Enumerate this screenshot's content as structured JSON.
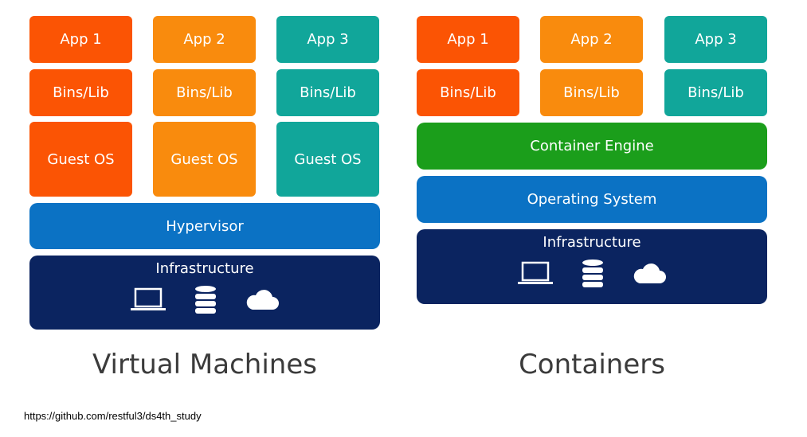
{
  "vm": {
    "apps": [
      "App 1",
      "App 2",
      "App 3"
    ],
    "bins": [
      "Bins/Lib",
      "Bins/Lib",
      "Bins/Lib"
    ],
    "guest": [
      "Guest OS",
      "Guest OS",
      "Guest OS"
    ],
    "hypervisor": "Hypervisor",
    "infrastructure": "Infrastructure",
    "caption": "Virtual Machines"
  },
  "containers": {
    "apps": [
      "App 1",
      "App 2",
      "App 3"
    ],
    "bins": [
      "Bins/Lib",
      "Bins/Lib",
      "Bins/Lib"
    ],
    "engine": "Container Engine",
    "os": "Operating System",
    "infrastructure": "Infrastructure",
    "caption": "Containers"
  },
  "icons": [
    "laptop-icon",
    "database-icon",
    "cloud-icon"
  ],
  "colors": {
    "orange": "#fb5404",
    "amber": "#f98b0d",
    "teal": "#11a69a",
    "blue": "#0b72c4",
    "green": "#1b9e1b",
    "navy": "#0b2460"
  },
  "footer": {
    "url": "https://github.com/restful3/ds4th_study"
  }
}
